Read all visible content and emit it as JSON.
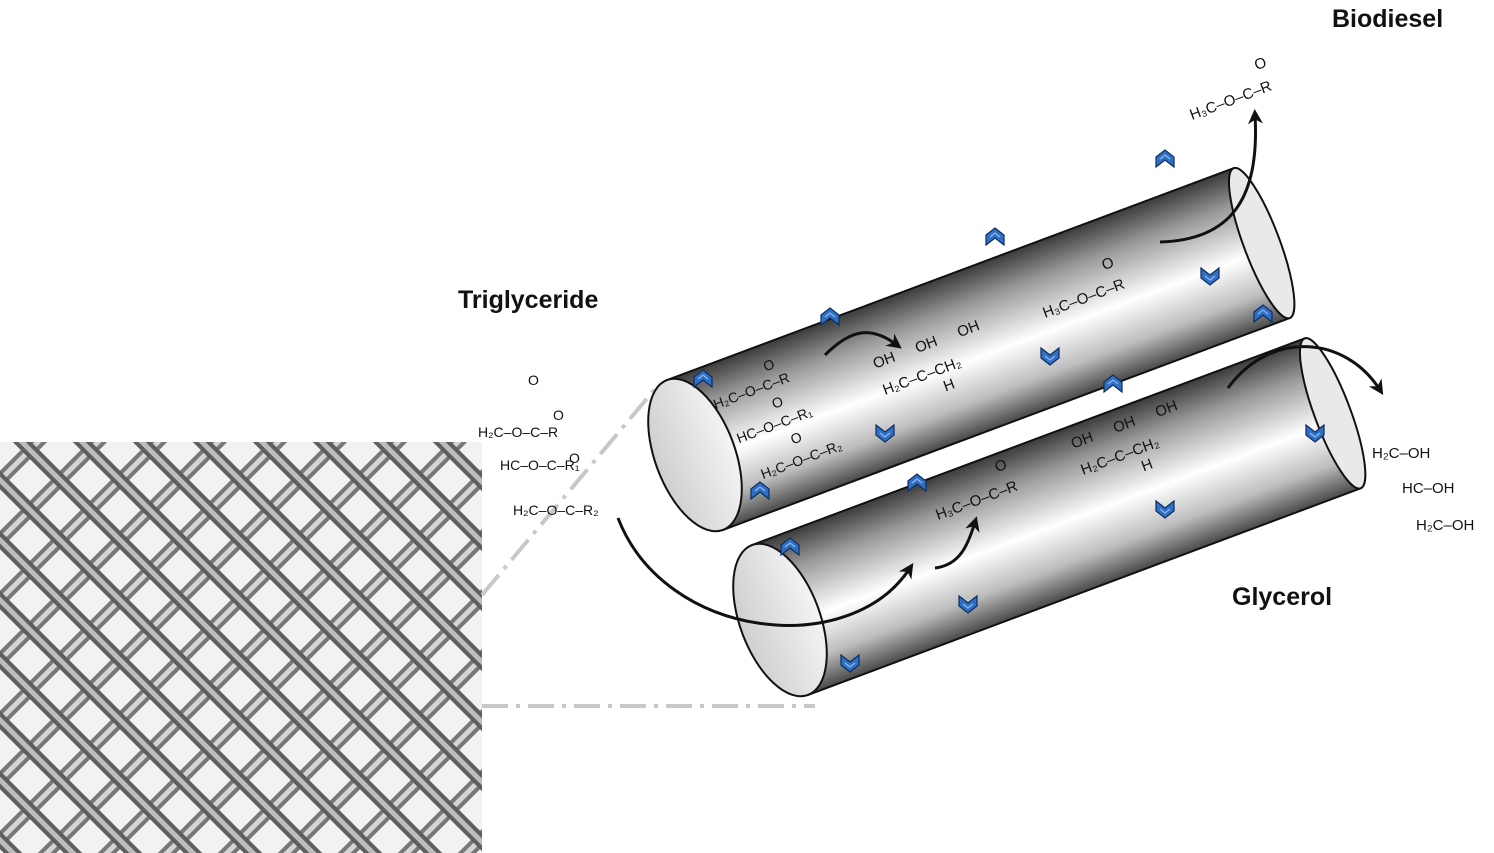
{
  "labels": {
    "biodiesel": "Biodiesel",
    "triglyceride": "Triglyceride",
    "glycerol": "Glycerol"
  },
  "colors": {
    "enzyme_blue": "#2f6fc4",
    "arrow": "#111111",
    "dashed_guide": "#c8c8c8"
  },
  "icons": {
    "enzyme": "chevron-enzyme-icon",
    "mesh": "woven-wire-mesh"
  }
}
